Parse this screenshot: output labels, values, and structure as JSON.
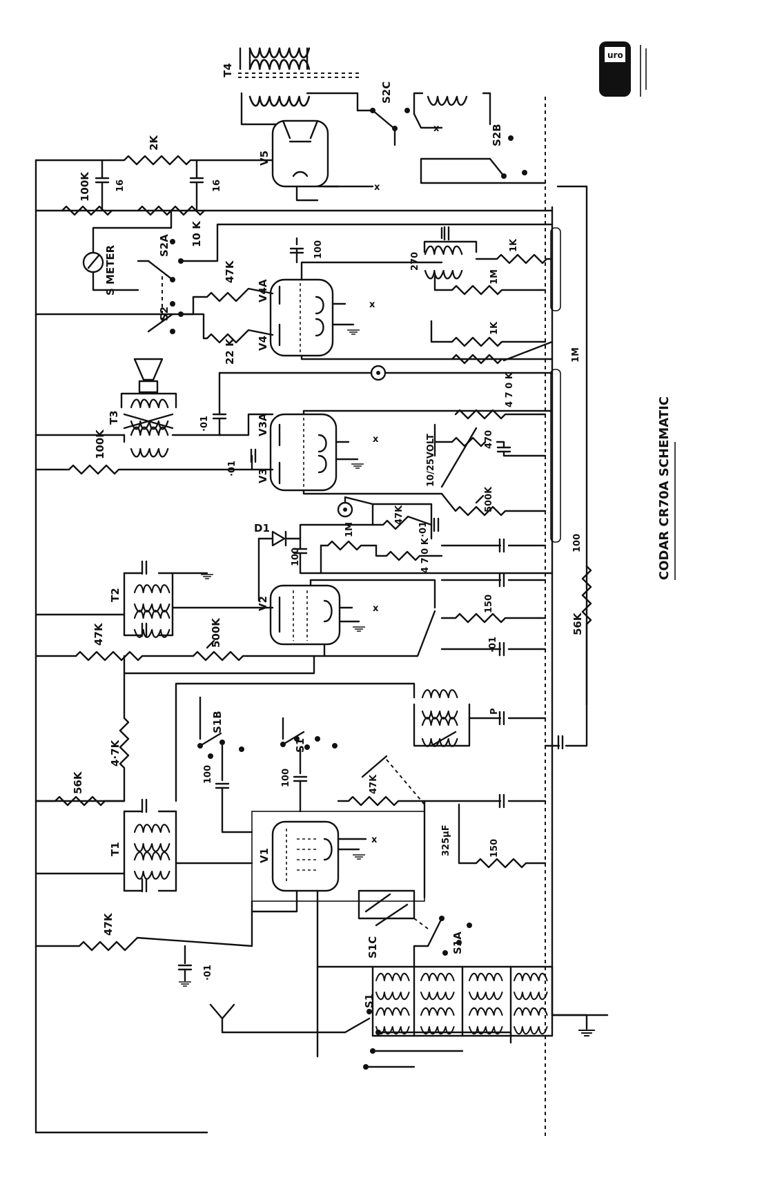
{
  "title": "CODAR CR70A SCHEMATIC",
  "logo_text": "uro",
  "tubes": [
    "V1",
    "V2",
    "V3",
    "V3A",
    "V4",
    "V4A",
    "V5"
  ],
  "transformers": [
    "T1",
    "T2",
    "T3",
    "T4"
  ],
  "switches": [
    "S1",
    "S1A",
    "S1B",
    "S1C",
    "S2",
    "S2A",
    "S2B",
    "S2C"
  ],
  "diode": "D1",
  "meter": "S METER",
  "values": {
    "r_100k_top": "100K",
    "r_2k": "2K",
    "c_16a": "16",
    "c_16b": "16",
    "r_10k": "10 K",
    "r_47k_v4": "47K",
    "r_22k": "22 K",
    "c_100_v4": "100",
    "c_270": "270",
    "r_1k_a": "1K",
    "r_1m_a": "1M",
    "r_1k_b": "1K",
    "r_1m_b": "1M",
    "c_01_t3": "·01",
    "c_01_v3": "·01",
    "r_100k_v3": "100K",
    "r_470k_v3": "4 7 0 K",
    "c_10_25v": "10/25VOLT",
    "r_470": "470",
    "r_500k": "500K",
    "r_47k_det": "47K",
    "c_01_det": "·01",
    "r_1m_det": "1M",
    "c_100_det": "100",
    "r_470k_det": "4 7 0 K",
    "c_100_b": "100",
    "r_47k_v2": "47K",
    "r_500k_v2": "500K",
    "r_150_v2": "150",
    "c_01_v2": "·01",
    "r_56k_right": "56K",
    "r_4_7k": "4·7K",
    "c_p": "P",
    "r_56k_left": "56K",
    "c_100_s1b": "100",
    "c_100_s1": "100",
    "r_47k_v1": "47K",
    "c_325": "325μF",
    "r_150_v1": "150",
    "r_47k_bottom": "47K",
    "c_01_bottom": "·01"
  }
}
